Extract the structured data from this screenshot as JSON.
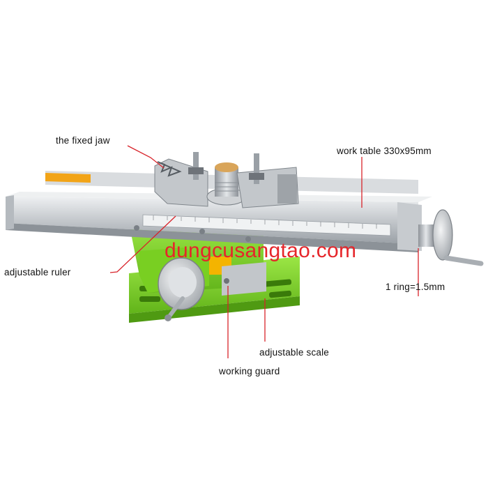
{
  "labels": {
    "fixed_jaw": "the fixed jaw",
    "work_table": "work table 330x95mm",
    "adjustable_ruler": "adjustable ruler",
    "ring": "1 ring=1.5mm",
    "adjustable_scale": "adjustable scale",
    "working_guard": "working guard"
  },
  "watermark": "dungcusangtao.com",
  "colors": {
    "callout_line": "#d8232a",
    "watermark": "#e6262b",
    "base_green": "#7ed321",
    "rail_silver": "#c9cdd1"
  }
}
